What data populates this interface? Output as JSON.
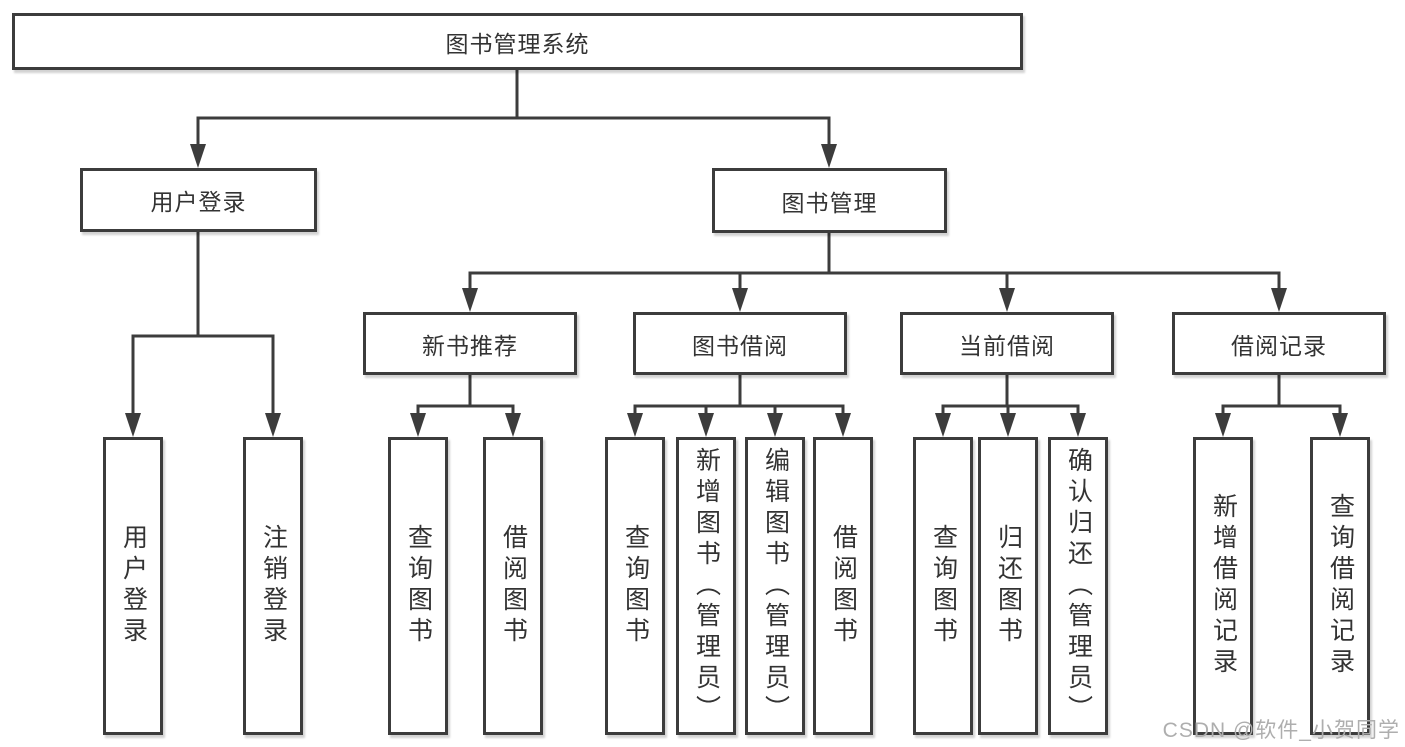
{
  "diagram": {
    "root_label": "图书管理系统",
    "user_login": {
      "label": "用户登录",
      "children": [
        "用户登录",
        "注销登录"
      ]
    },
    "book_mgmt": {
      "label": "图书管理",
      "sections": [
        {
          "label": "新书推荐",
          "children": [
            "查询图书",
            "借阅图书"
          ]
        },
        {
          "label": "图书借阅",
          "children": [
            "查询图书",
            "新增图书（管理员）",
            "编辑图书（管理员）",
            "借阅图书"
          ]
        },
        {
          "label": "当前借阅",
          "children": [
            "查询图书",
            "归还图书",
            "确认归还（管理员）"
          ]
        },
        {
          "label": "借阅记录",
          "children": [
            "新增借阅记录",
            "查询借阅记录"
          ]
        }
      ]
    }
  },
  "watermark": "CSDN @软件_小贺同学"
}
